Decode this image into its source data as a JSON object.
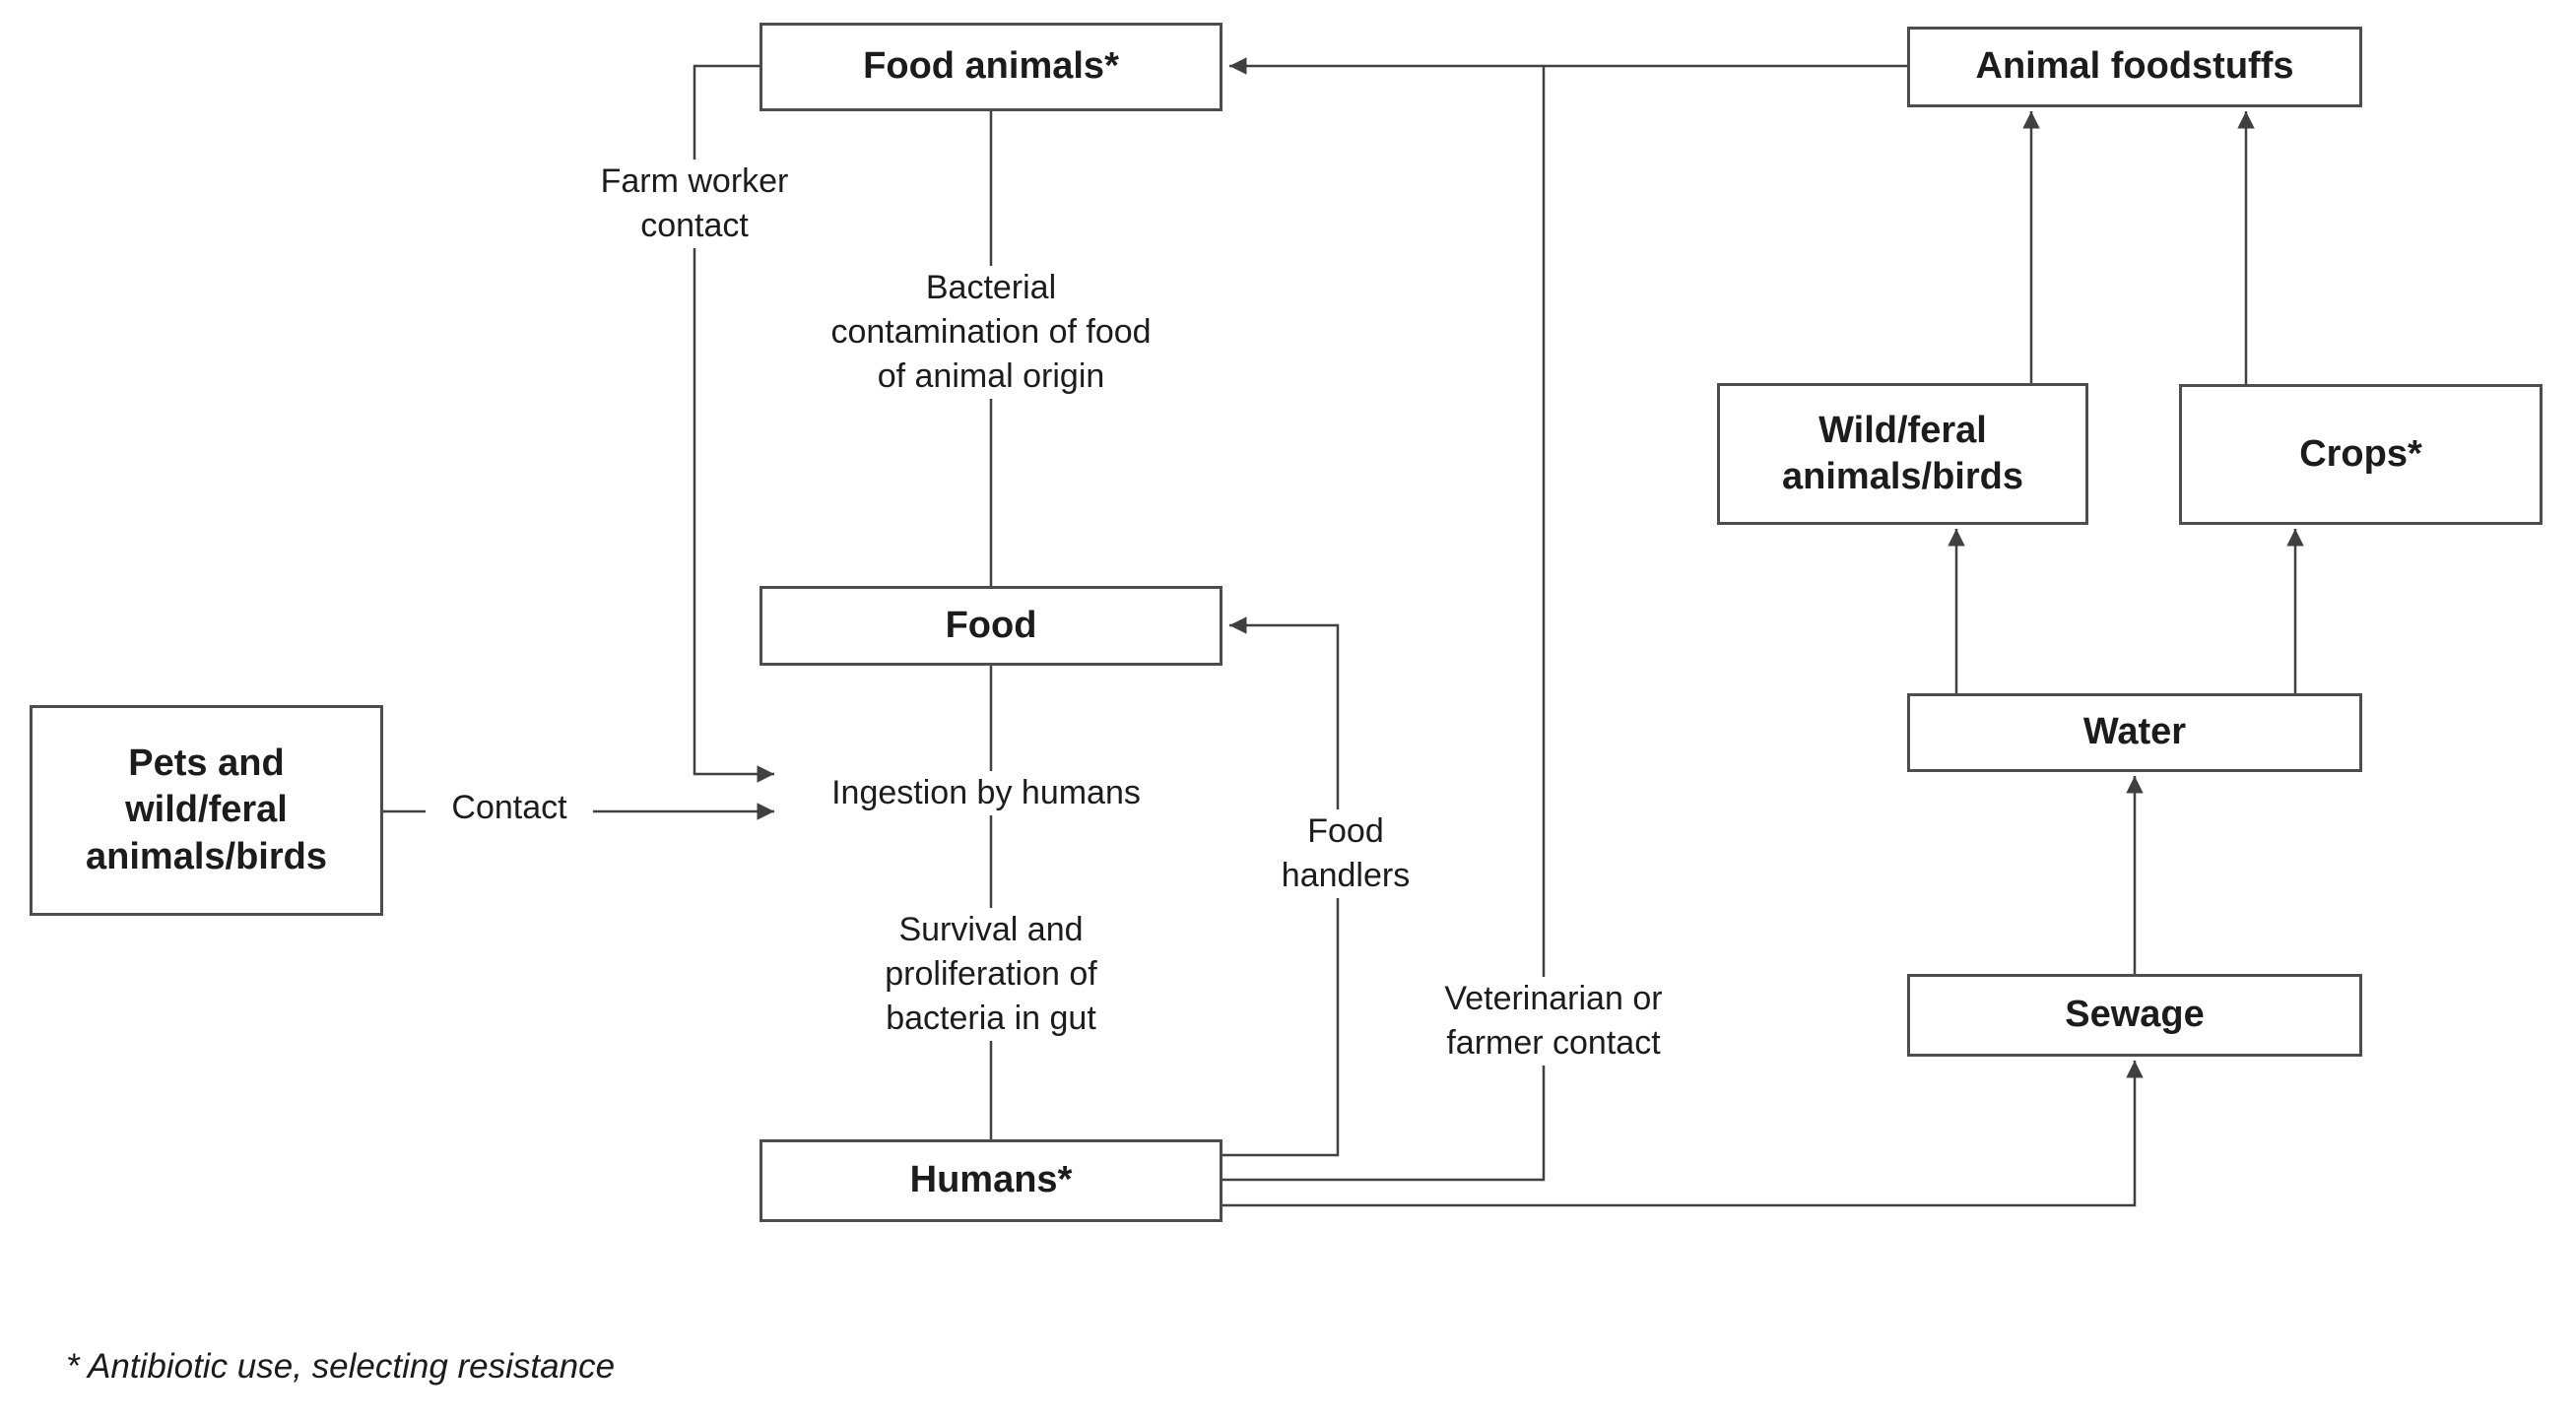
{
  "diagram": {
    "nodes": {
      "food_animals": "Food animals*",
      "animal_foodstuffs": "Animal foodstuffs",
      "wild_feral": "Wild/feral\nanimals/birds",
      "crops": "Crops*",
      "food": "Food",
      "pets": "Pets and\nwild/feral\nanimals/birds",
      "water": "Water",
      "sewage": "Sewage",
      "humans": "Humans*"
    },
    "labels": {
      "farm_worker": "Farm worker\ncontact",
      "bacterial": "Bacterial\ncontamination of food\nof animal origin",
      "contact": "Contact",
      "ingestion": "Ingestion by humans",
      "survival": "Survival and\nproliferation of\nbacteria in gut",
      "food_handlers": "Food\nhandlers",
      "vet": "Veterinarian or\nfarmer contact",
      "footnote": "* Antibiotic use, selecting resistance"
    },
    "colors": {
      "line": "#404040",
      "box_border": "#4d4d4d",
      "text": "#1c1c1c",
      "background": "#ffffff"
    }
  }
}
